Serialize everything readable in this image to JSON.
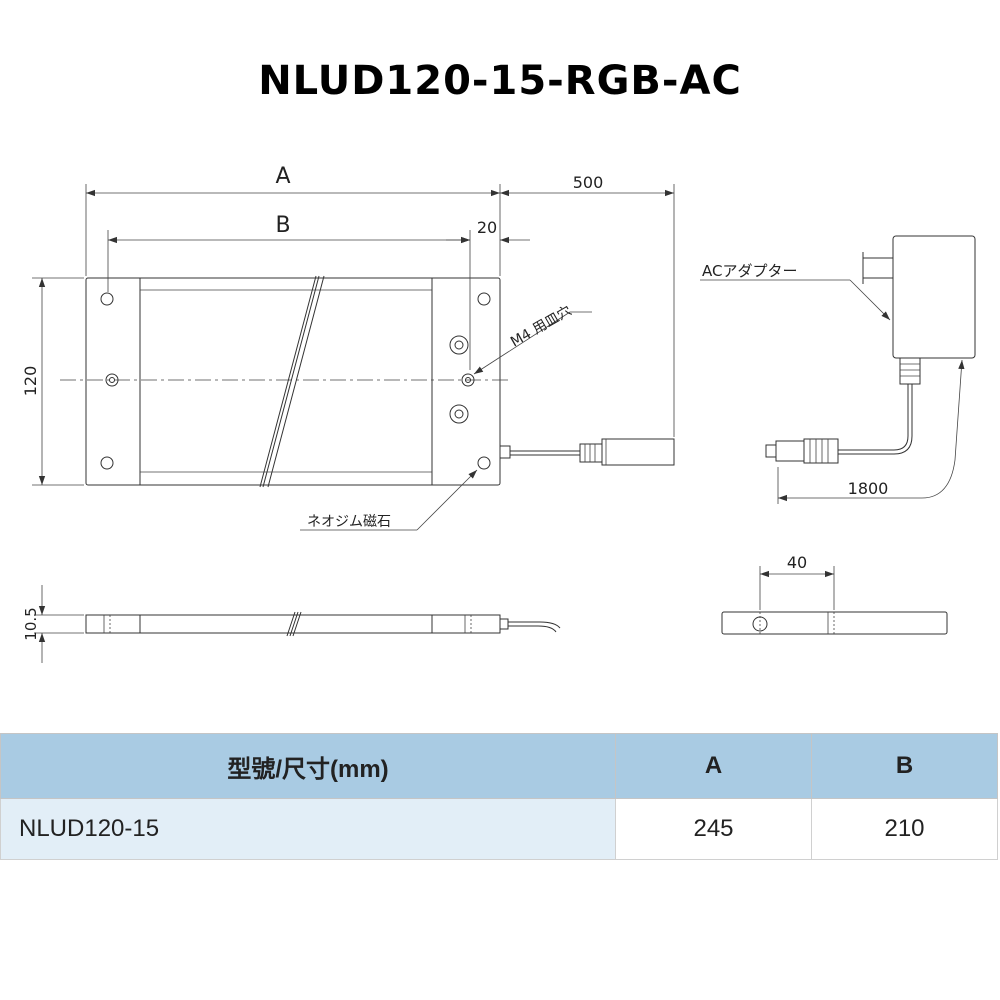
{
  "title": "NLUD120-15-RGB-AC",
  "drawing": {
    "dim_A": "A",
    "dim_B": "B",
    "dim_500": "500",
    "dim_20": "20",
    "dim_120": "120",
    "dim_1800": "1800",
    "dim_40": "40",
    "dim_10_5": "10.5",
    "label_ac_adapter": "ACアダプター",
    "label_m4_hole": "M4 用皿穴",
    "label_magnet": "ネオジム磁石"
  },
  "table": {
    "headers": [
      "型號/尺寸(mm)",
      "A",
      "B"
    ],
    "rows": [
      [
        "NLUD120-15",
        "245",
        "210"
      ]
    ]
  }
}
